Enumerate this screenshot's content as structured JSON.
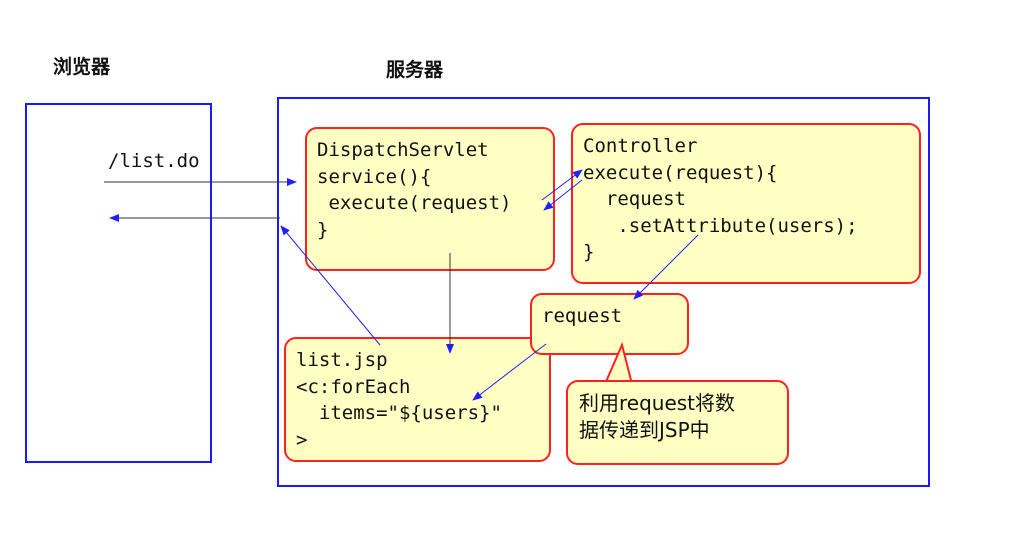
{
  "titles": {
    "browser": "浏览器",
    "server": "服务器"
  },
  "browser_request": "/list.do",
  "boxes": {
    "dispatch": [
      "DispatchServlet",
      "service(){",
      " execute(request)",
      "}"
    ],
    "controller": [
      "Controller",
      "execute(request){",
      "  request",
      "   .setAttribute(users);",
      "}"
    ],
    "request": [
      "request"
    ],
    "listjsp": [
      "list.jsp",
      "<c:forEach",
      "  items=\"${users}\"",
      ">"
    ],
    "note": [
      "利用request将数",
      "据传递到JSP中"
    ]
  },
  "colors": {
    "frame": "#1a1aff",
    "box_border": "#ff2020",
    "box_fill": "#ffffc4",
    "arrow": "#2020ff"
  }
}
